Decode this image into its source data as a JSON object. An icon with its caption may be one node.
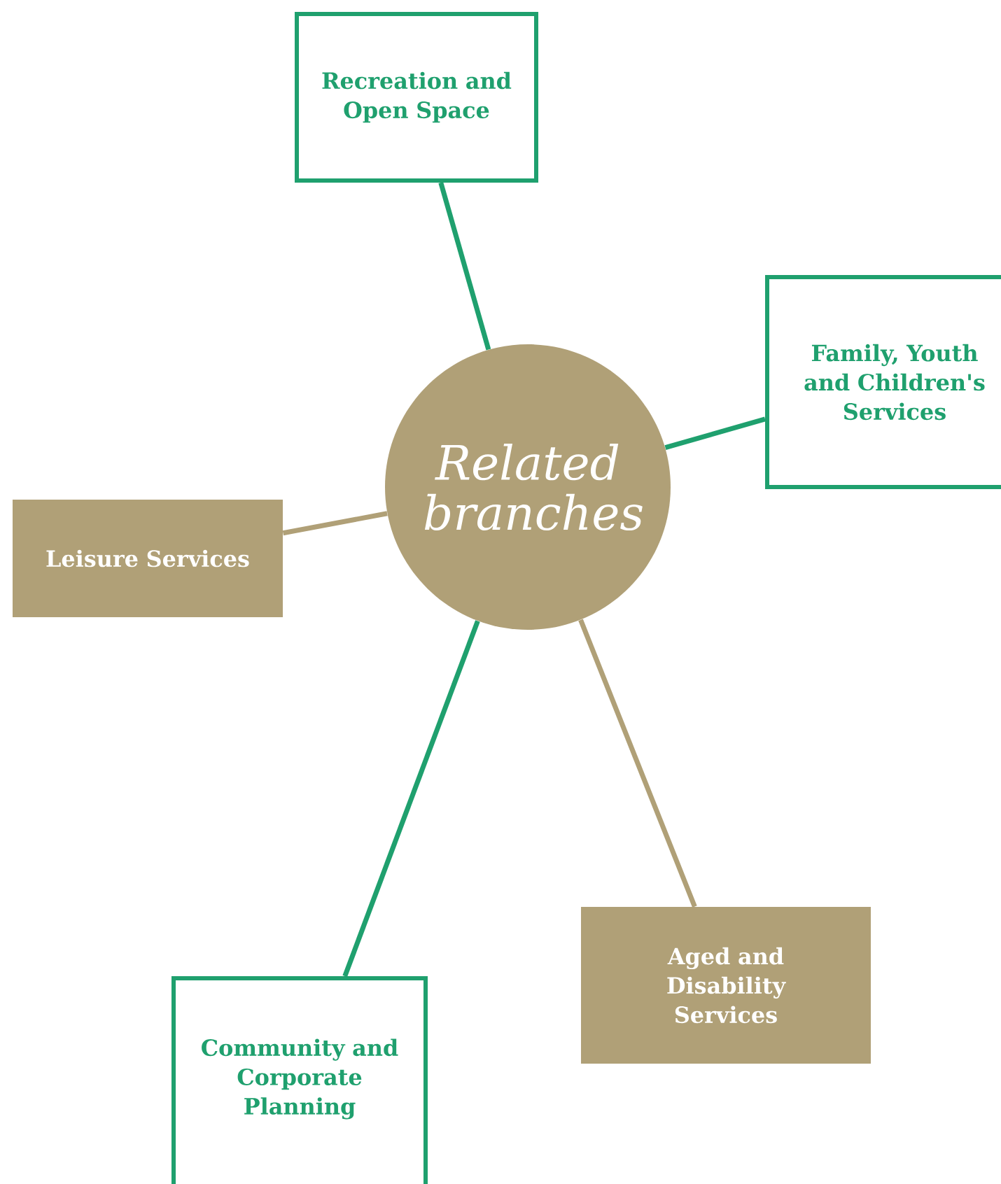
{
  "diagram": {
    "nodes": [
      {
        "text": [
          "Related branches"
        ]
      },
      {
        "text": [
          "Recreation and Open Space"
        ]
      },
      {
        "text": [
          "Family, Youth and Children's Services"
        ]
      },
      {
        "text": [
          "Leisure Services"
        ]
      },
      {
        "text": [
          "Aged and Disability Services"
        ]
      },
      {
        "text": [
          "Community and Corporate Planning"
        ]
      }
    ],
    "edges": [
      {
        "from": 0,
        "to": 1,
        "arrow": "none"
      },
      {
        "from": 0,
        "to": 2,
        "arrow": "none"
      },
      {
        "from": 0,
        "to": 3,
        "arrow": "none",
        "color": "#b0a077"
      },
      {
        "from": 0,
        "to": 4,
        "arrow": "none",
        "color": "#b0a077"
      },
      {
        "from": 0,
        "to": 5,
        "arrow": "none"
      }
    ]
  }
}
